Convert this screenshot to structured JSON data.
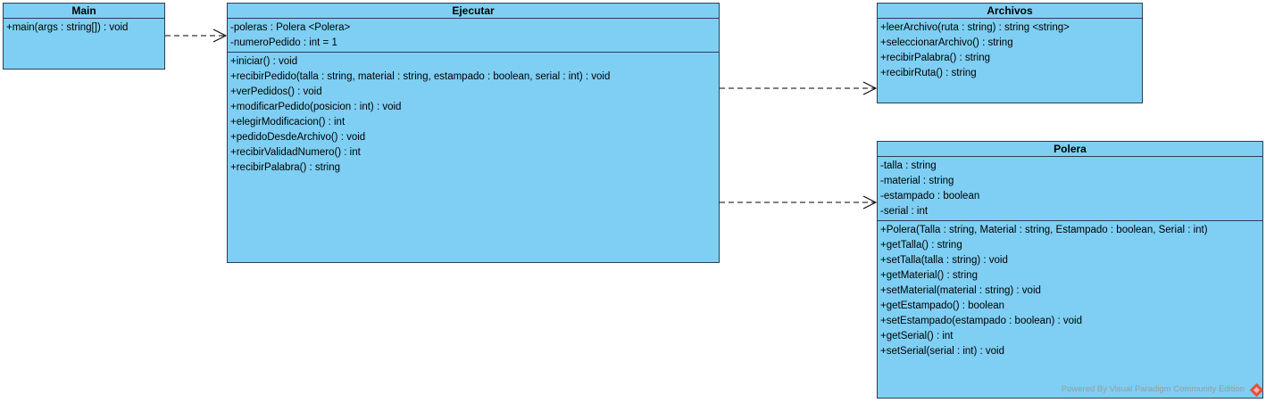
{
  "classes": {
    "main": {
      "name": "Main",
      "attributes": [],
      "operations": [
        "+main(args : string[]) : void"
      ]
    },
    "ejecutar": {
      "name": "Ejecutar",
      "attributes": [
        "-poleras : Polera <Polera>",
        "-numeroPedido : int = 1"
      ],
      "operations": [
        "+iniciar() : void",
        "+recibirPedido(talla : string, material : string, estampado : boolean, serial : int) : void",
        "+verPedidos() : void",
        "+modificarPedido(posicion : int) : void",
        "+elegirModificacion() : int",
        "+pedidoDesdeArchivo() : void",
        "+recibirValidadNumero() : int",
        "+recibirPalabra() : string"
      ]
    },
    "archivos": {
      "name": "Archivos",
      "attributes": [],
      "operations": [
        "+leerArchivo(ruta : string) : string <string>",
        "+seleccionarArchivo() : string",
        "+recibirPalabra() : string",
        "+recibirRuta() : string"
      ]
    },
    "polera": {
      "name": "Polera",
      "attributes": [
        "-talla : string",
        "-material : string",
        "-estampado : boolean",
        "-serial : int"
      ],
      "operations": [
        "+Polera(Talla : string, Material : string, Estampado : boolean, Serial : int)",
        "+getTalla() : string",
        "+setTalla(talla : string) : void",
        "+getMaterial() : string",
        "+setMaterial(material : string) : void",
        "+getEstampado() : boolean",
        "+setEstampado(estampado : boolean) : void",
        "+getSerial() : int",
        "+setSerial(serial : int) : void"
      ]
    }
  },
  "relations": [
    {
      "from": "Main",
      "to": "Ejecutar",
      "kind": "dependency"
    },
    {
      "from": "Ejecutar",
      "to": "Archivos",
      "kind": "dependency"
    },
    {
      "from": "Ejecutar",
      "to": "Polera",
      "kind": "dependency"
    }
  ],
  "colors": {
    "class_fill": "#7ecff3",
    "class_border": "#2c3e50",
    "connector": "#000000"
  },
  "watermark": "Powered By  Visual Paradigm Community Edition",
  "watermark_icon": "visual-paradigm-logo-icon"
}
